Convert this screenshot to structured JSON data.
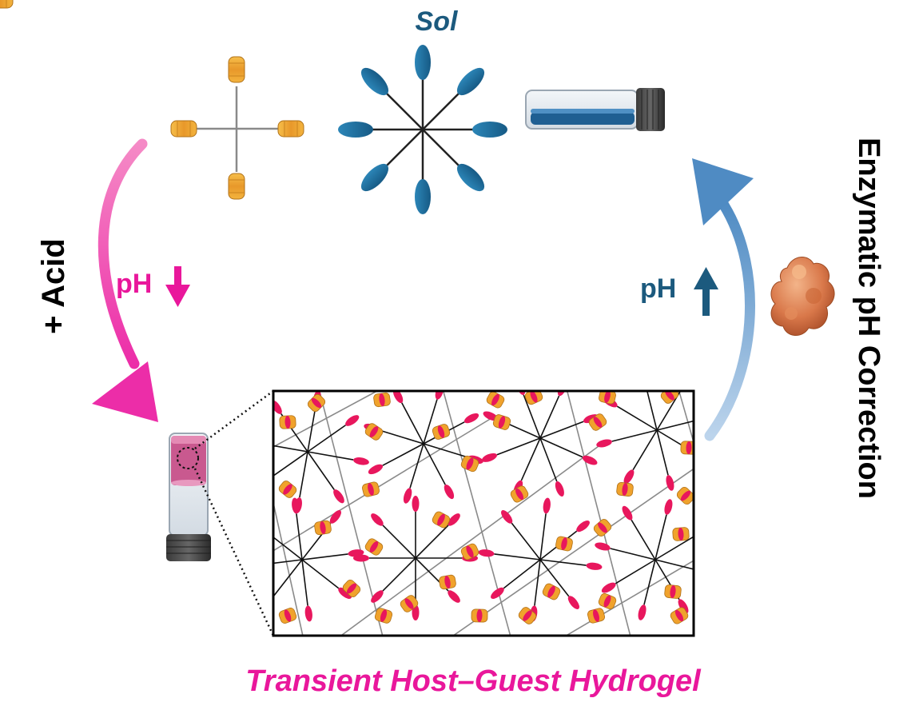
{
  "labels": {
    "sol": "Sol",
    "acid": "+ Acid",
    "ph_down": "pH",
    "ph_up": "pH",
    "enzymatic": "Enzymatic pH Correction",
    "hydrogel": "Transient Host–Guest Hydrogel"
  },
  "colors": {
    "sol_blue": "#1c5a7e",
    "acid_pink": "#e9179b",
    "enzyme_arrow_blue": "#5b95c6",
    "host_orange": "#f0a22c",
    "guest_blue": "#1f6fa1",
    "guest_pink": "#e8175d",
    "enzyme_orange": "#d9784a"
  },
  "icons": {
    "ph_down_arrow": "arrow-down-icon",
    "ph_up_arrow": "arrow-up-icon",
    "enzyme": "enzyme-icon",
    "vial_sol": "vial-icon",
    "vial_gel": "vial-icon"
  }
}
